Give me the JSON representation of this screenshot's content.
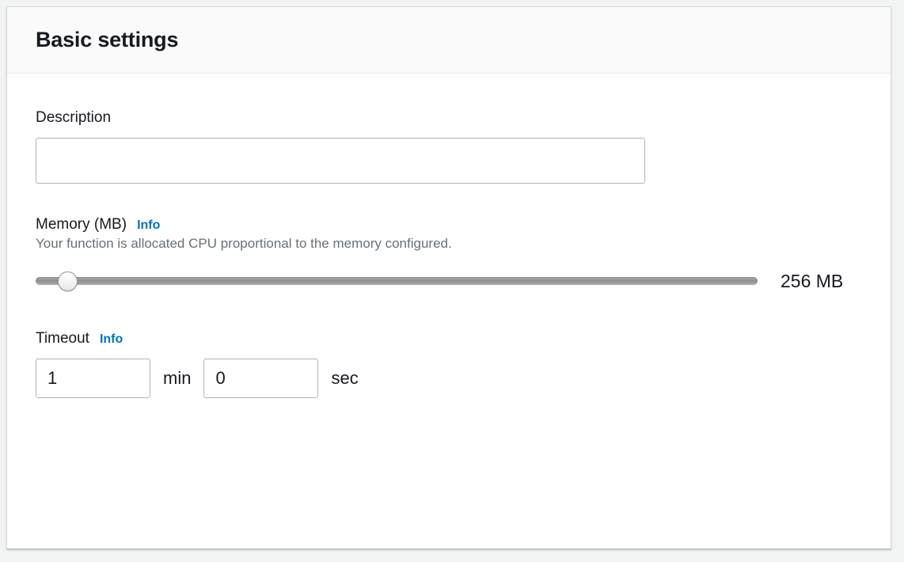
{
  "panel": {
    "title": "Basic settings"
  },
  "description_field": {
    "label": "Description",
    "value": "",
    "placeholder": ""
  },
  "memory_field": {
    "label": "Memory (MB)",
    "info_label": "Info",
    "hint": "Your function is allocated CPU proportional to the memory configured.",
    "value_display": "256 MB",
    "slider_value": 256,
    "slider_min": 128,
    "slider_max": 10240,
    "slider_fill_percent": 4.4
  },
  "timeout_field": {
    "label": "Timeout",
    "info_label": "Info",
    "minutes_value": "1",
    "minutes_unit": "min",
    "seconds_value": "0",
    "seconds_unit": "sec"
  },
  "colors": {
    "accent_link": "#0073bb",
    "text_primary": "#16191f",
    "text_secondary": "#687078",
    "input_border": "#aab7b8",
    "panel_header_bg": "#fafafa",
    "page_bg": "#f2f3f3"
  }
}
